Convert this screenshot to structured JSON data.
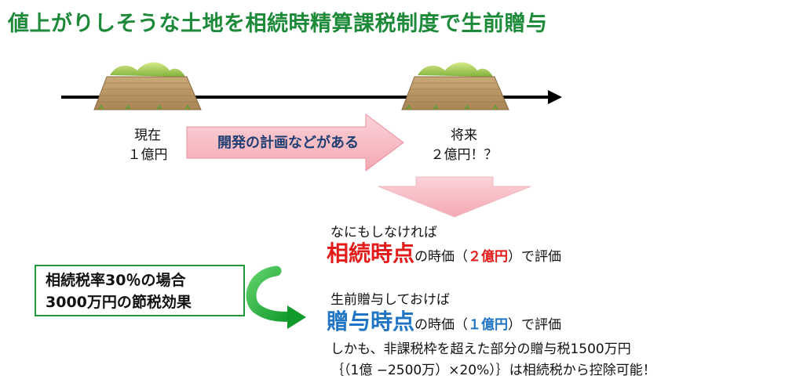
{
  "title": "値上がりしそうな土地を相続時精算課税制度で生前贈与",
  "now": {
    "line1": "現在",
    "line2": "１億円"
  },
  "future": {
    "line1": "将来",
    "line2": "２億円！？"
  },
  "arrow_label": "開発の計画などがある",
  "no_action": {
    "intro": "なにもしなければ",
    "highlight": "相続時点",
    "text_a": "の時価（",
    "amount": "２億円",
    "text_b": "）で評価"
  },
  "gift_case": {
    "intro": "生前贈与しておけば",
    "highlight": "贈与時点",
    "text_a": "の時価（",
    "amount": "１億円",
    "text_b": "）で評価"
  },
  "note_line1": "しかも、非課税枠を超えた部分の贈与税1500万円",
  "note_line2": "｛（1億 −2500万）×20%）｝は相続税から控除可能！",
  "box": {
    "line1": "相続税率30％の場合",
    "line2": "3000万円の節税効果"
  },
  "colors": {
    "title_green": "#1d8a3a",
    "red": "#e31b1b",
    "blue": "#1f74c4",
    "box_border": "#1d9b3c"
  }
}
